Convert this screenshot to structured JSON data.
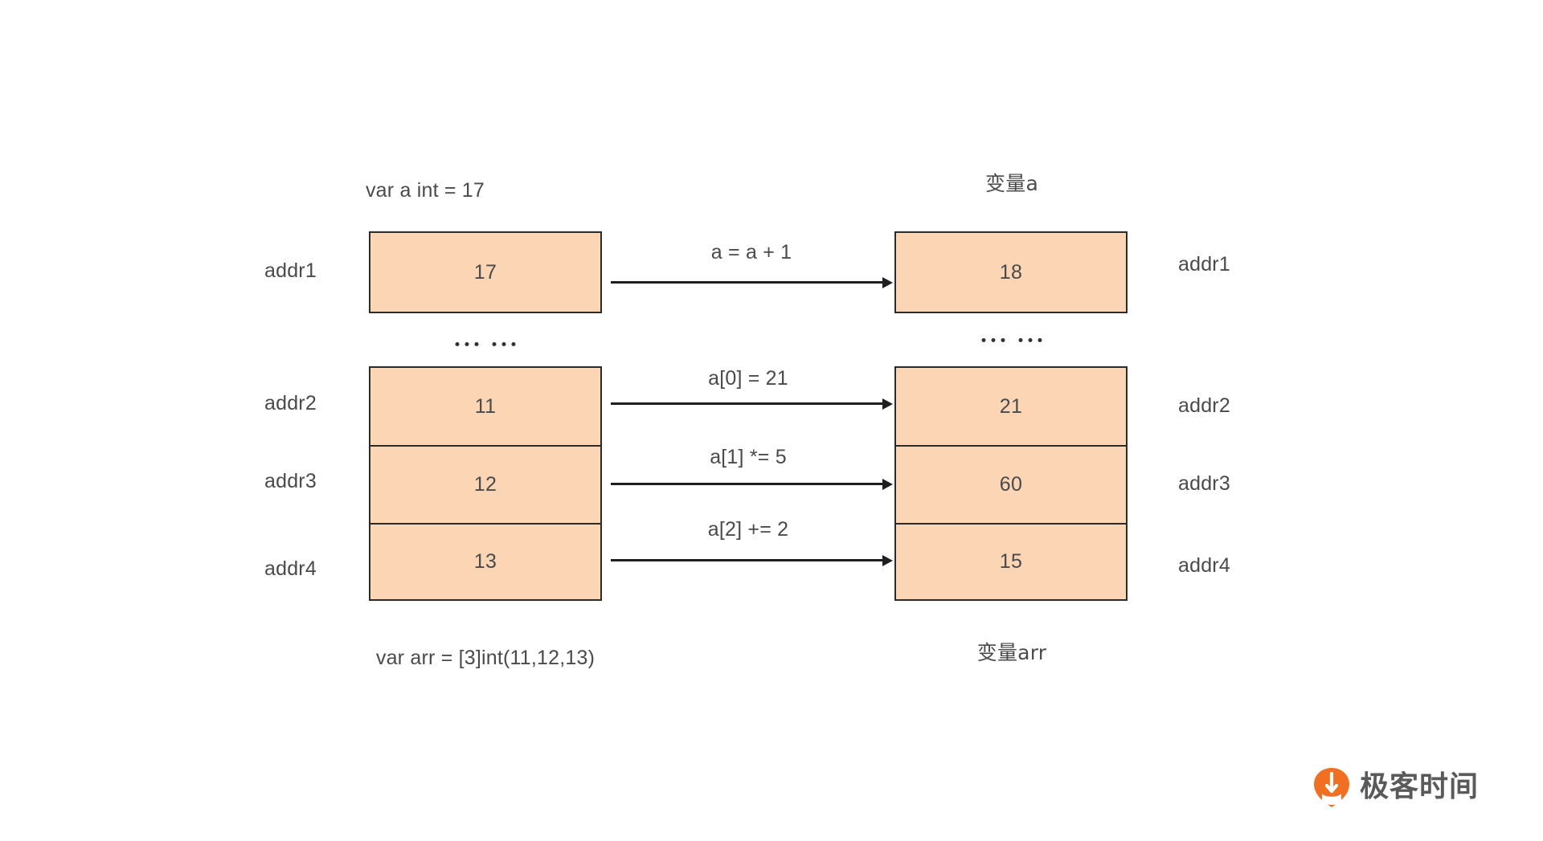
{
  "diagram": {
    "title_left_top": "var a int = 17",
    "title_right_top": "变量a",
    "caption_left_bottom": "var arr = [3]int(11,12,13)",
    "caption_right_bottom": "变量arr",
    "colors": {
      "cell_fill": "#fbd5b4",
      "cell_border": "#2b2b2b",
      "text": "#4a4a4a",
      "arrow": "#1f1f1f",
      "logo_orange": "#f26f21",
      "logo_text": "#5a5a5a"
    },
    "left_side": {
      "scalar": {
        "address": "addr1",
        "value": "17"
      },
      "array_cells": [
        {
          "address": "addr2",
          "value": "11"
        },
        {
          "address": "addr3",
          "value": "12"
        },
        {
          "address": "addr4",
          "value": "13"
        }
      ]
    },
    "right_side": {
      "scalar": {
        "address": "addr1",
        "value": "18"
      },
      "array_cells": [
        {
          "address": "addr2",
          "value": "21"
        },
        {
          "address": "addr3",
          "value": "60"
        },
        {
          "address": "addr4",
          "value": "15"
        }
      ]
    },
    "operations": [
      {
        "label": "a = a + 1"
      },
      {
        "label": "a[0] = 21"
      },
      {
        "label": "a[1] *= 5"
      },
      {
        "label": "a[2] += 2"
      }
    ],
    "ellipsis_text": "... ..."
  },
  "watermark": {
    "brand": "极客时间",
    "mark_icon": "geektime-logo-icon"
  }
}
